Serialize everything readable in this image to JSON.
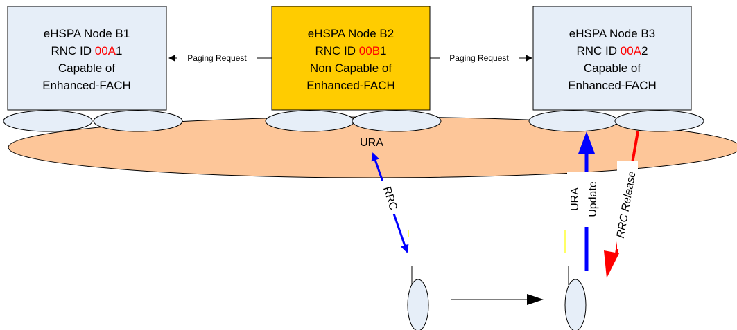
{
  "colors": {
    "node_default": "#e6eef8",
    "node_highlight": "#ffcc00",
    "ura_region": "#fdc699",
    "cell": "#e6eef8",
    "rrc_arrow": "#0000ff",
    "ura_update_arrow": "#0000ff",
    "rrc_release_arrow": "#ff0000",
    "rnc_id_highlight": "#ff0000"
  },
  "nodes": [
    {
      "title": "eHSPA Node B1",
      "rnc_prefix": "RNC ID ",
      "rnc_red": "00A",
      "rnc_suffix": "1",
      "line3": "Capable of",
      "line4": "Enhanced-FACH"
    },
    {
      "title": "eHSPA Node B2",
      "rnc_prefix": "RNC ID ",
      "rnc_red": "00B",
      "rnc_suffix": "1",
      "line3": "Non Capable of",
      "line4": "Enhanced-FACH"
    },
    {
      "title": "eHSPA Node B3",
      "rnc_prefix": "RNC ID ",
      "rnc_red": "00A",
      "rnc_suffix": "2",
      "line3": "Capable of",
      "line4": "Enhanced-FACH"
    }
  ],
  "paging_left": "Paging Request",
  "paging_right": "Paging Request",
  "ura_label": "URA",
  "rrc_label": "RRC",
  "ura_update_line1": "URA",
  "ura_update_line2": "Update",
  "rrc_release_label": "RRC  Release"
}
